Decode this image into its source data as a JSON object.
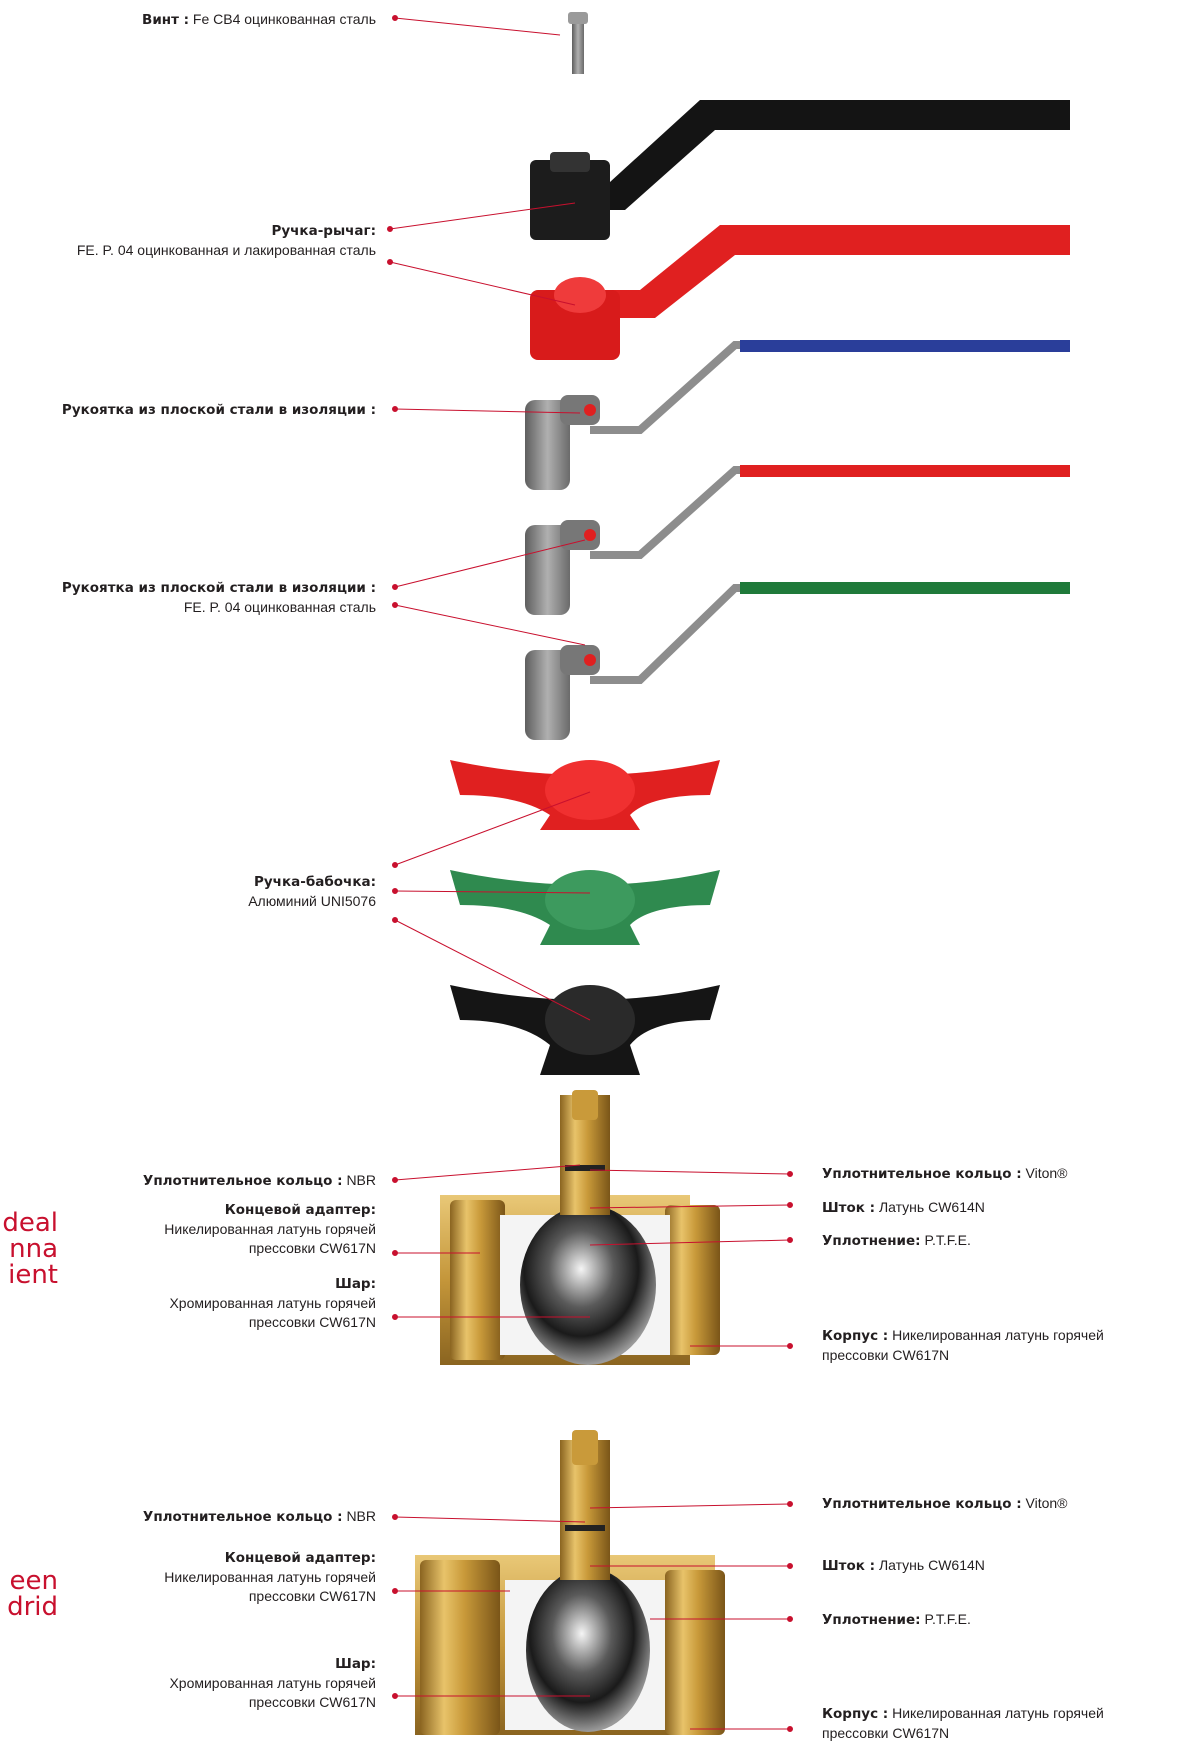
{
  "colors": {
    "accent": "#c8102e",
    "leader_line": "#c8102e",
    "brass": "#c99a3a",
    "handle_black": "#1a1a1a",
    "handle_red": "#e02020",
    "handle_blue": "#2a3e9a",
    "handle_green": "#1f7a3a",
    "butterfly_green": "#2f8a4f",
    "steel_gray": "#8d8d8d"
  },
  "side_text": {
    "a_line1": "deal",
    "a_line2": "nna",
    "a_line3": "ient",
    "b_line1": "een",
    "b_line2": "drid"
  },
  "labels": {
    "screw": {
      "title": "Винт :",
      "text": "Fe CB4 оцинкованная сталь"
    },
    "lever": {
      "title": "Ручка-рычаг:",
      "text": "FE. P. 04 оцинкованная и лакированная сталь"
    },
    "flat1": {
      "title": "Рукоятка из плоской стали в изоляции :"
    },
    "flat2": {
      "title": "Рукоятка из плоской стали в изоляции :",
      "text": "FE. P. 04 оцинкованная сталь"
    },
    "butterfly": {
      "title": "Ручка-бабочка:",
      "text": "Алюминий UNI5076"
    },
    "v1": {
      "oring_l_title": "Уплотнительное кольцо :",
      "oring_l_text": "NBR",
      "adapter_title": "Концевой адаптер:",
      "adapter_line1": "Никелированная латунь горячей",
      "adapter_line2": "прессовки CW617N",
      "ball_title": "Шар:",
      "ball_line1": "Хромированная латунь горячей",
      "ball_line2": "прессовки CW617N",
      "oring_r_title": "Уплотнительное кольцо :",
      "oring_r_text": "Viton®",
      "stem_title": "Шток :",
      "stem_text": "Латунь CW614N",
      "seal_title": "Уплотнение:",
      "seal_text": "P.T.F.E.",
      "body_title": "Корпус :",
      "body_line1": "Никелированная латунь горячей",
      "body_line2": "прессовки CW617N"
    },
    "v2": {
      "oring_l_title": "Уплотнительное кольцо :",
      "oring_l_text": "NBR",
      "adapter_title": "Концевой адаптер:",
      "adapter_line1": "Никелированная латунь горячей",
      "adapter_line2": "прессовки CW617N",
      "ball_title": "Шар:",
      "ball_line1": "Хромированная латунь горячей",
      "ball_line2": "прессовки CW617N",
      "oring_r_title": "Уплотнительное кольцо :",
      "oring_r_text": "Viton®",
      "stem_title": "Шток :",
      "stem_text": "Латунь CW614N",
      "seal_title": "Уплотнение:",
      "seal_text": "P.T.F.E.",
      "body_title": "Корпус :",
      "body_line1": "Никелированная латунь горячей",
      "body_line2": "прессовки CW617N"
    }
  }
}
